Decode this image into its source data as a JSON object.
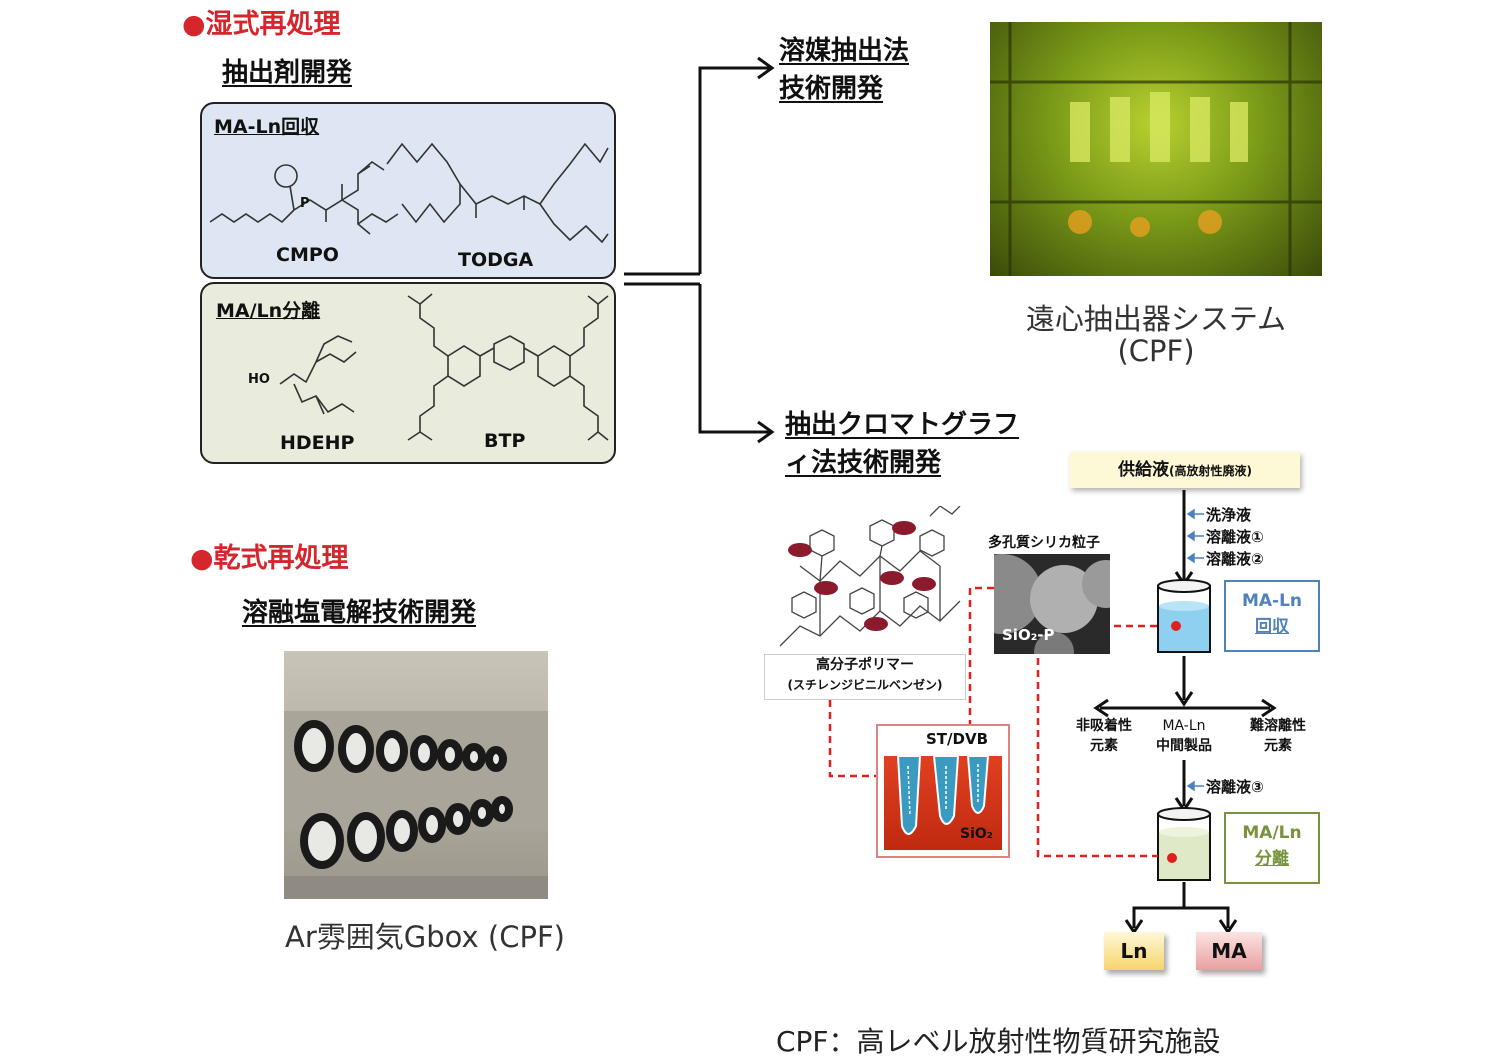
{
  "wet": {
    "heading": "●湿式再処理",
    "sub_heading": "抽出剤開発",
    "box1_label": "MA-Ln回収",
    "box1_mol1": "CMPO",
    "box1_mol2": "TODGA",
    "box2_label": "MA/Ln分離",
    "box2_mol1": "HDEHP",
    "box2_mol2": "BTP",
    "hdehp_ho": "HO"
  },
  "dry": {
    "heading": "●乾式再処理",
    "sub_heading": "溶融塩電解技術開発",
    "photo_caption": "Ar雰囲気Gbox (CPF)"
  },
  "solvent": {
    "heading_line1": "溶媒抽出法",
    "heading_line2": "技術開発",
    "photo_caption_line1": "遠心抽出器システム",
    "photo_caption_line2": "(CPF)"
  },
  "chromatography": {
    "heading_line1": "抽出クロマトグラフ",
    "heading_line2": "ィ法技術開発",
    "feed_label": "供給液",
    "feed_note": "(高放射性廃液)",
    "wash": "洗浄液",
    "elute1": "溶離液①",
    "elute2": "溶離液②",
    "elute3": "溶離液③",
    "recovery_line1": "MA-Ln",
    "recovery_line2": "回収",
    "separation_line1": "MA/Ln",
    "separation_line2": "分離",
    "non_adsorbed_1": "非吸着性",
    "non_adsorbed_2": "元素",
    "intermediate_1": "MA-Ln",
    "intermediate_2": "中間製品",
    "hard_elute_1": "難溶離性",
    "hard_elute_2": "元素",
    "silica_label": "多孔質シリカ粒子",
    "sio2p": "SiO₂-P",
    "polymer_line1": "高分子ポリマー",
    "polymer_line2": "(スチレンジビニルベンゼン)",
    "stdvb": "ST/DVB",
    "sio2": "SiO₂",
    "out_ln": "Ln",
    "out_ma": "MA"
  },
  "footer": "CPF：高レベル放射性物質研究施設",
  "colors": {
    "heading_red": "#d4262c",
    "box1_fill": "#dde6f2",
    "box2_fill": "#e9ecdc",
    "recovery_blue": "#4f81bd",
    "separation_green": "#77933c",
    "dashed_red": "#e02020",
    "polymer_dot": "#8a1a2c",
    "ln_tag": "#f5d46a",
    "ma_tag": "#e8a0a0"
  }
}
